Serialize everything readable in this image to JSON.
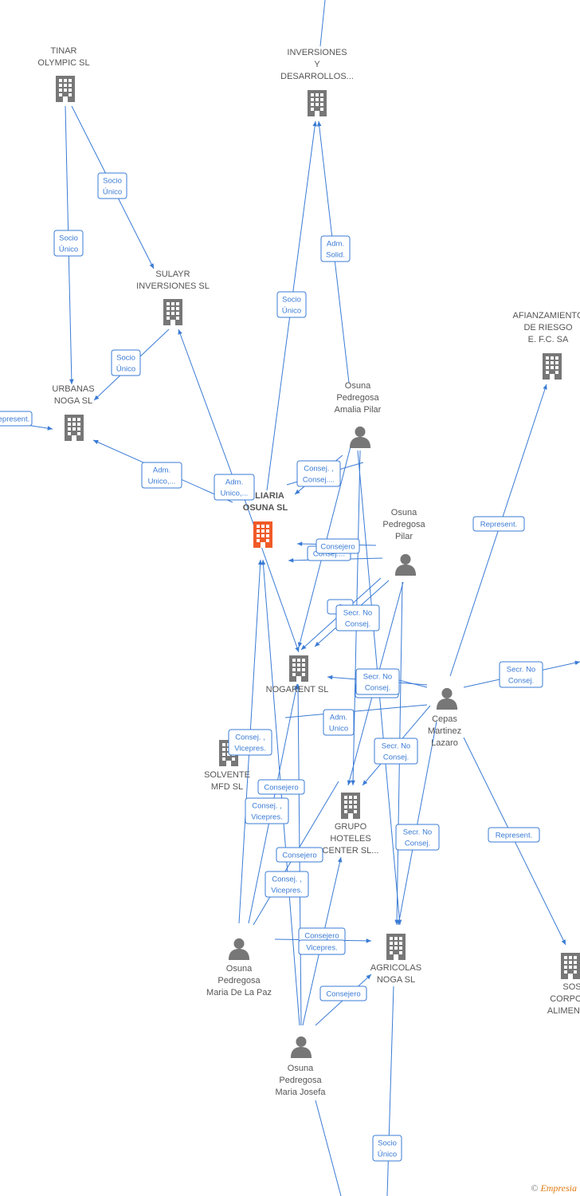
{
  "colors": {
    "accent": "#3a7bd5",
    "company": "#777777",
    "focus_company": "#f05a28",
    "person": "#777777",
    "label": "#555555"
  },
  "nodes": [
    {
      "id": "tinar",
      "type": "company",
      "label": [
        "TINAR",
        "OLYMPIC  SL"
      ]
    },
    {
      "id": "inversiones",
      "type": "company",
      "label": [
        "INVERSIONES",
        "Y",
        "DESARROLLOS..."
      ]
    },
    {
      "id": "sulayr",
      "type": "company",
      "label": [
        "SULAYR",
        "INVERSIONES SL"
      ]
    },
    {
      "id": "urbanas",
      "type": "company",
      "label": [
        "URBANAS",
        "NOGA SL"
      ]
    },
    {
      "id": "afianzamiento",
      "type": "company",
      "label": [
        "AFIANZAMIENTO",
        "DE RIESGO",
        "E. F.C. SA"
      ]
    },
    {
      "id": "inmobiliaria",
      "type": "focus",
      "label": [
        "BILIARIA",
        "OSUNA  SL"
      ]
    },
    {
      "id": "nogarent",
      "type": "company",
      "label": [
        "NOGARENT SL"
      ]
    },
    {
      "id": "solvente",
      "type": "company",
      "label": [
        "SOLVENTE",
        "MFD  SL"
      ]
    },
    {
      "id": "grupo",
      "type": "company",
      "label": [
        "GRUPO",
        "HOTELES",
        "CENTER  SL..."
      ]
    },
    {
      "id": "agricolas",
      "type": "company",
      "label": [
        "AGRICOLAS",
        "NOGA SL"
      ]
    },
    {
      "id": "sos",
      "type": "company",
      "label": [
        "SOS",
        "CORPORA",
        "ALIMENTAR"
      ]
    },
    {
      "id": "amalia",
      "type": "person",
      "label": [
        "Osuna",
        "Pedregosa",
        "Amalia Pilar"
      ]
    },
    {
      "id": "pilar",
      "type": "person",
      "label": [
        "Osuna",
        "Pedregosa",
        "Pilar"
      ]
    },
    {
      "id": "cepas",
      "type": "person",
      "label": [
        "Cepas",
        "Martinez",
        "Lazaro"
      ]
    },
    {
      "id": "mariapaz",
      "type": "person",
      "label": [
        "Osuna",
        "Pedregosa",
        "Maria De La Paz"
      ]
    },
    {
      "id": "mariajosefa",
      "type": "person",
      "label": [
        "Osuna",
        "Pedregosa",
        "Maria Josefa"
      ]
    }
  ],
  "edge_labels": [
    {
      "id": "e-tinar-sulayr",
      "lines": [
        "Socio",
        "Único"
      ]
    },
    {
      "id": "e-tinar-urbanas",
      "lines": [
        "Socio",
        "Único"
      ]
    },
    {
      "id": "e-sulayr-urbanas",
      "lines": [
        "Socio",
        "Único"
      ]
    },
    {
      "id": "e-left-urbanas",
      "lines": [
        "Represent."
      ]
    },
    {
      "id": "e-inmo-urbanas",
      "lines": [
        "Adm.",
        "Unico,..."
      ]
    },
    {
      "id": "e-inmo-sulayr",
      "lines": [
        "Adm.",
        "Unico,..."
      ]
    },
    {
      "id": "e-inmo-inversiones",
      "lines": [
        "Socio",
        "Único"
      ]
    },
    {
      "id": "e-amalia-inversiones",
      "lines": [
        "Adm.",
        "Solid."
      ]
    },
    {
      "id": "e-amalia-inmo",
      "lines": [
        "Consej. ,",
        "Consej...."
      ]
    },
    {
      "id": "e-pilar-inmo-a",
      "lines": [
        "Consej...."
      ]
    },
    {
      "id": "e-pilar-inmo-b",
      "lines": [
        "Consejero"
      ]
    },
    {
      "id": "e-pilar-nogarent-a",
      "lines": [
        "C"
      ]
    },
    {
      "id": "e-pilar-nogarent-b",
      "lines": [
        "Secr.  No",
        "Consej."
      ]
    },
    {
      "id": "e-cepas-nogarent-a",
      "lines": [
        "Consej...."
      ]
    },
    {
      "id": "e-cepas-nogarent-b",
      "lines": [
        "Secr.  No",
        "Consej."
      ]
    },
    {
      "id": "e-cepas-afianz",
      "lines": [
        "Represent."
      ]
    },
    {
      "id": "e-cepas-right",
      "lines": [
        "Secr.  No",
        "Consej."
      ]
    },
    {
      "id": "e-cepas-inmo",
      "lines": [
        "Adm.",
        "Unico"
      ]
    },
    {
      "id": "e-cepas-grupo",
      "lines": [
        "Secr.  No",
        "Consej."
      ]
    },
    {
      "id": "e-cepas-agricolas",
      "lines": [
        "Secr.  No",
        "Consej."
      ]
    },
    {
      "id": "e-cepas-sos",
      "lines": [
        "Represent."
      ]
    },
    {
      "id": "e-paz-inmo",
      "lines": [
        "Consej. ,",
        "Vicepres."
      ]
    },
    {
      "id": "e-paz-nogarent",
      "lines": [
        "Consejero"
      ]
    },
    {
      "id": "e-paz-nogarent-b",
      "lines": [
        "Consej. ,",
        "Vicepres."
      ]
    },
    {
      "id": "e-josefa-grupo",
      "lines": [
        "Consejero"
      ]
    },
    {
      "id": "e-josefa-nogarent",
      "lines": [
        "Consej. ,",
        "Vicepres."
      ]
    },
    {
      "id": "e-paz-agricolas-a",
      "lines": [
        "Consejero"
      ]
    },
    {
      "id": "e-paz-agricolas-b",
      "lines": [
        "Vicepres."
      ]
    },
    {
      "id": "e-josefa-agricolas",
      "lines": [
        "Consejero"
      ]
    },
    {
      "id": "e-agricolas-bottom",
      "lines": [
        "Socio",
        "Único"
      ]
    }
  ],
  "footer": {
    "copyright": "©",
    "brand": "Empresia"
  }
}
